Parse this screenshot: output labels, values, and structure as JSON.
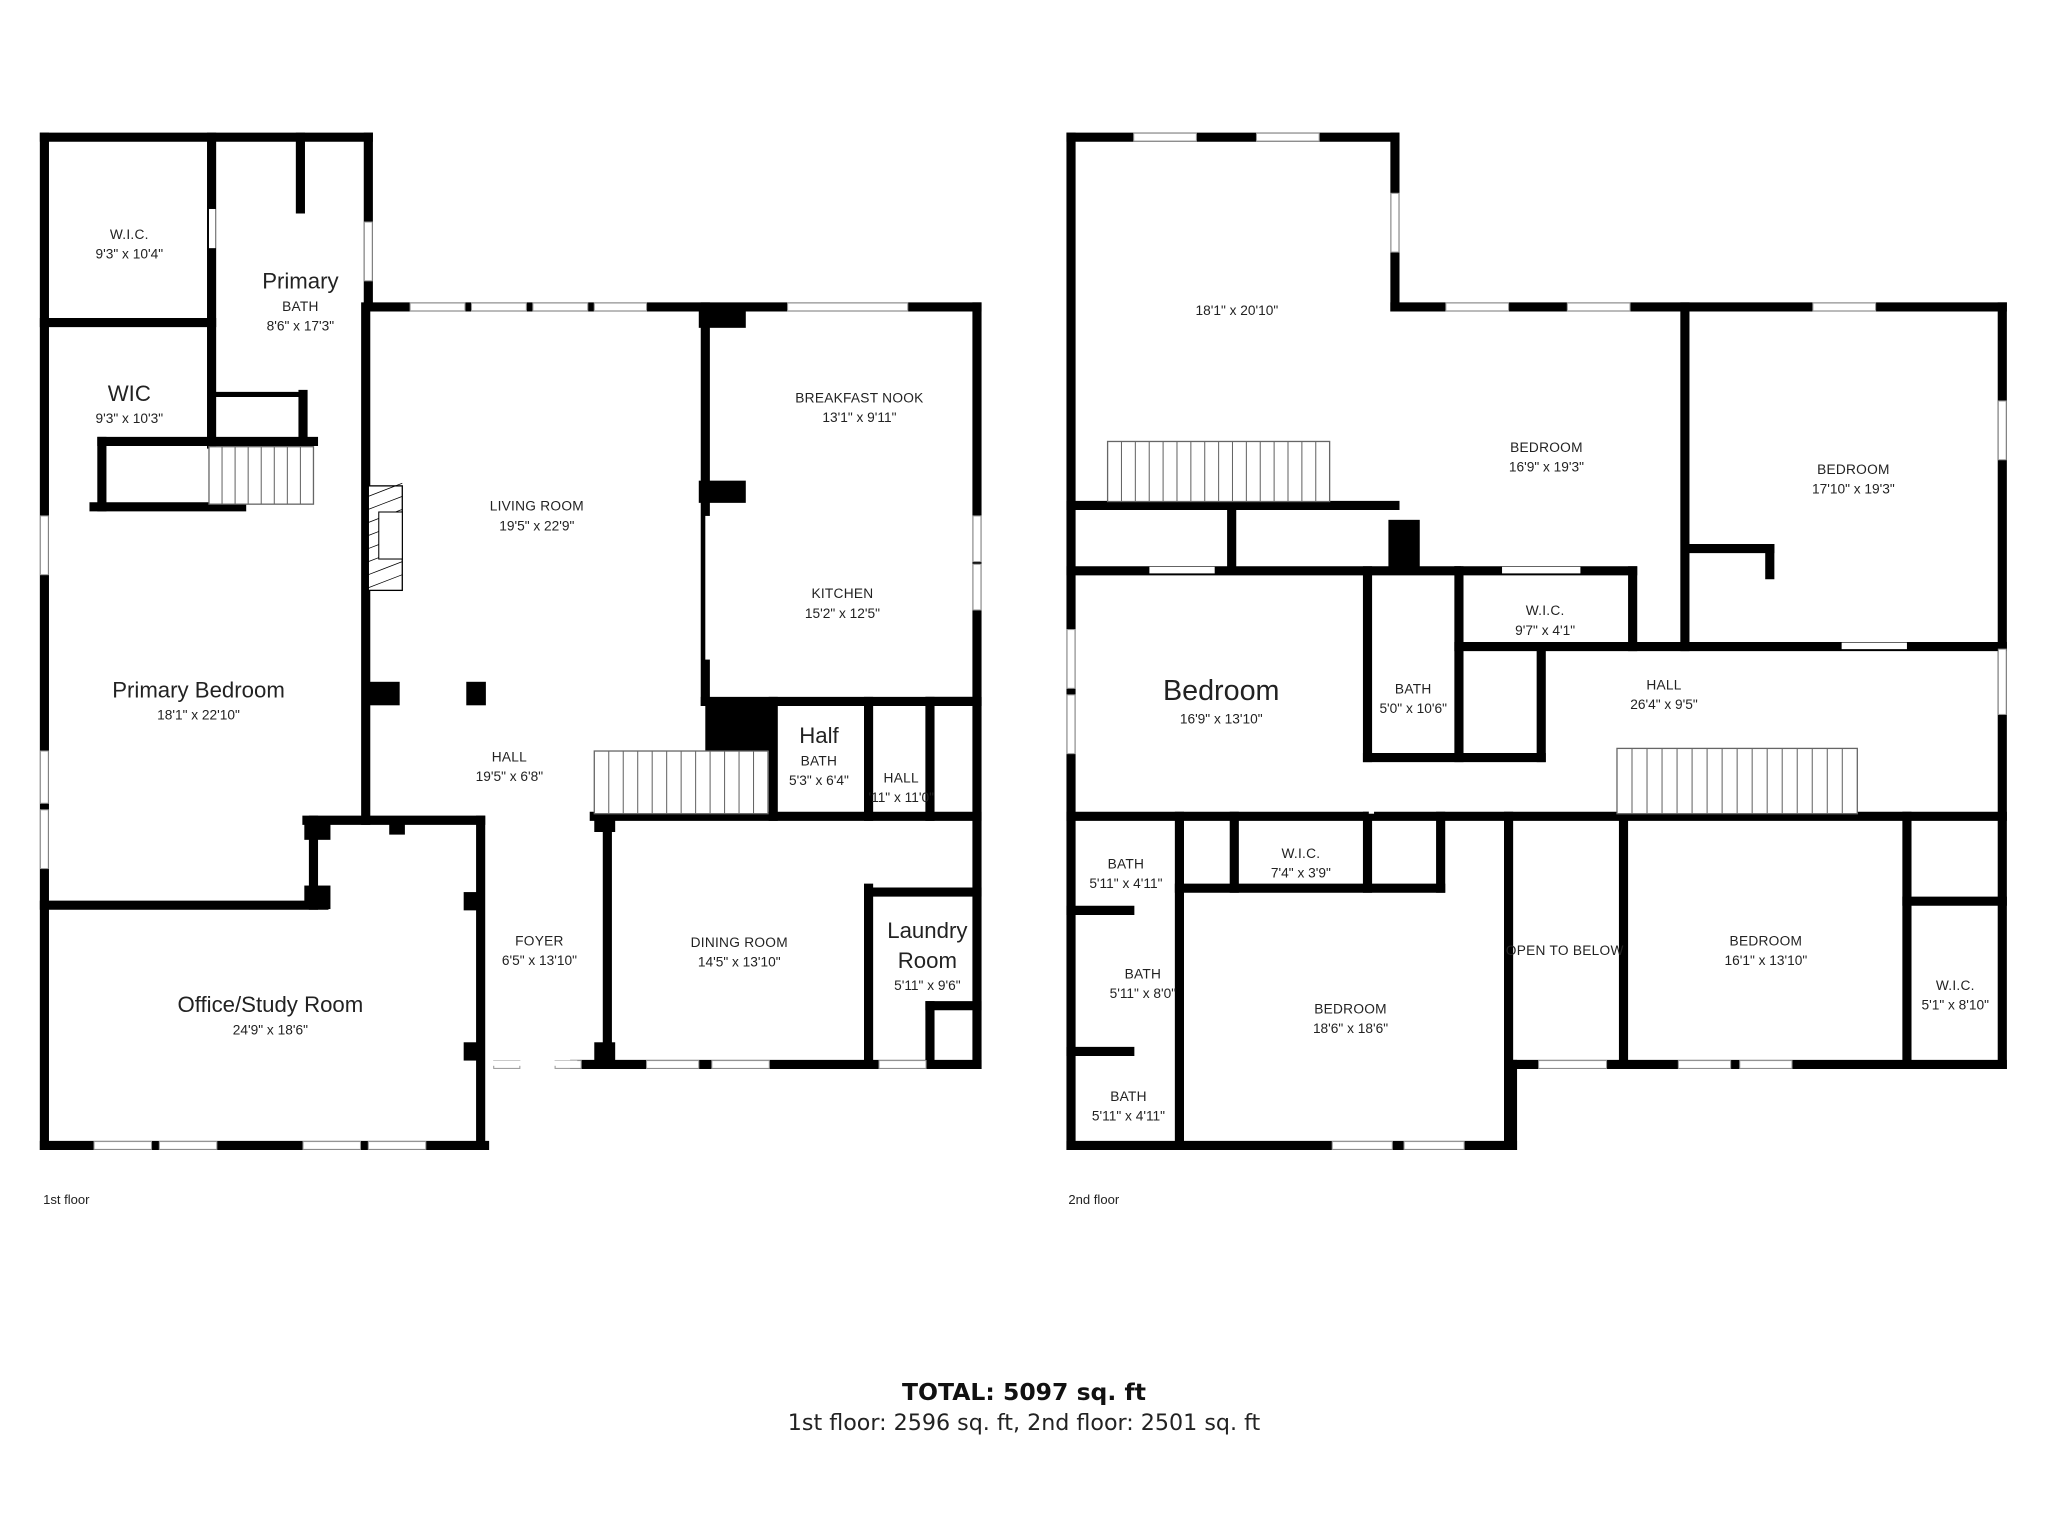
{
  "floors": [
    {
      "label": "1st floor",
      "rooms": [
        {
          "name": "W.I.C.",
          "dims": "9'3\" x 10'4\""
        },
        {
          "name": "Primary",
          "sub": "BATH",
          "dims": "8'6\" x 17'3\""
        },
        {
          "name": "WIC",
          "dims": "9'3\" x 10'3\""
        },
        {
          "name": "LIVING ROOM",
          "dims": "19'5\" x 22'9\""
        },
        {
          "name": "BREAKFAST NOOK",
          "dims": "13'1\" x 9'11\""
        },
        {
          "name": "KITCHEN",
          "dims": "15'2\" x 12'5\""
        },
        {
          "name": "Primary Bedroom",
          "dims": "18'1\" x 22'10\""
        },
        {
          "name": "HALL",
          "dims": "19'5\" x 6'8\""
        },
        {
          "name": "Half",
          "sub": "BATH",
          "dims": "5'3\" x 6'4\""
        },
        {
          "name": "HALL",
          "dims": "'11\" x 11'0\""
        },
        {
          "name": "FOYER",
          "dims": "6'5\" x 13'10\""
        },
        {
          "name": "DINING ROOM",
          "dims": "14'5\" x 13'10\""
        },
        {
          "name": "Laundry",
          "sub": "Room",
          "dims": "5'11\" x 9'6\""
        },
        {
          "name": "Office/Study Room",
          "dims": "24'9\" x 18'6\""
        }
      ]
    },
    {
      "label": "2nd floor",
      "rooms": [
        {
          "name": "",
          "dims": "18'1\" x 20'10\""
        },
        {
          "name": "BEDROOM",
          "dims": "16'9\" x 19'3\""
        },
        {
          "name": "BEDROOM",
          "dims": "17'10\" x 19'3\""
        },
        {
          "name": "W.I.C.",
          "dims": "9'7\" x 4'1\""
        },
        {
          "name": "Bedroom",
          "dims": "16'9\" x 13'10\""
        },
        {
          "name": "BATH",
          "dims": "5'0\" x 10'6\""
        },
        {
          "name": "HALL",
          "dims": "26'4\" x 9'5\""
        },
        {
          "name": "BATH",
          "dims": "5'11\" x 4'11\""
        },
        {
          "name": "W.I.C.",
          "dims": "7'4\" x 3'9\""
        },
        {
          "name": "OPEN TO BELOW",
          "dims": ""
        },
        {
          "name": "BEDROOM",
          "dims": "16'1\" x 13'10\""
        },
        {
          "name": "W.I.C.",
          "dims": "5'1\" x 8'10\""
        },
        {
          "name": "BATH",
          "dims": "5'11\" x 8'0\""
        },
        {
          "name": "BEDROOM",
          "dims": "18'6\" x 18'6\""
        },
        {
          "name": "BATH",
          "dims": "5'11\" x 4'11\""
        }
      ]
    }
  ],
  "summary": {
    "total": "TOTAL: 5097 sq. ft",
    "breakdown": "1st floor: 2596 sq. ft, 2nd floor: 2501 sq. ft"
  }
}
